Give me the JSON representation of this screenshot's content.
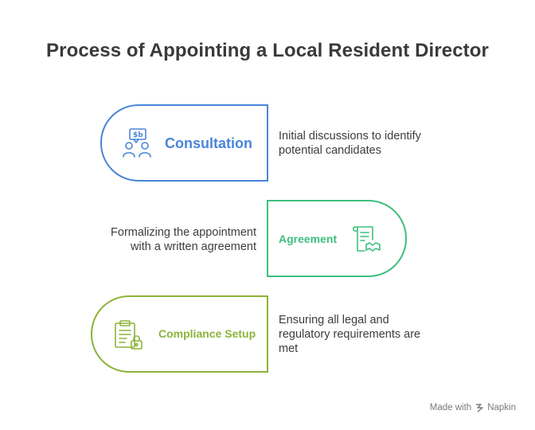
{
  "title": "Process of Appointing a Local Resident Director",
  "steps": [
    {
      "label": "Consultation",
      "description": "Initial discussions to identify potential candidates",
      "icon": "consultation-icon",
      "color": "#4a85d8"
    },
    {
      "label": "Agreement",
      "description": "Formalizing the appointment with a written agreement",
      "icon": "agreement-icon",
      "color": "#3ebf7e"
    },
    {
      "label": "Compliance Setup",
      "description": "Ensuring all legal and regulatory requirements are met",
      "icon": "compliance-icon",
      "color": "#8db33a"
    }
  ],
  "footer": {
    "made_with": "Made with",
    "brand": "Napkin"
  }
}
